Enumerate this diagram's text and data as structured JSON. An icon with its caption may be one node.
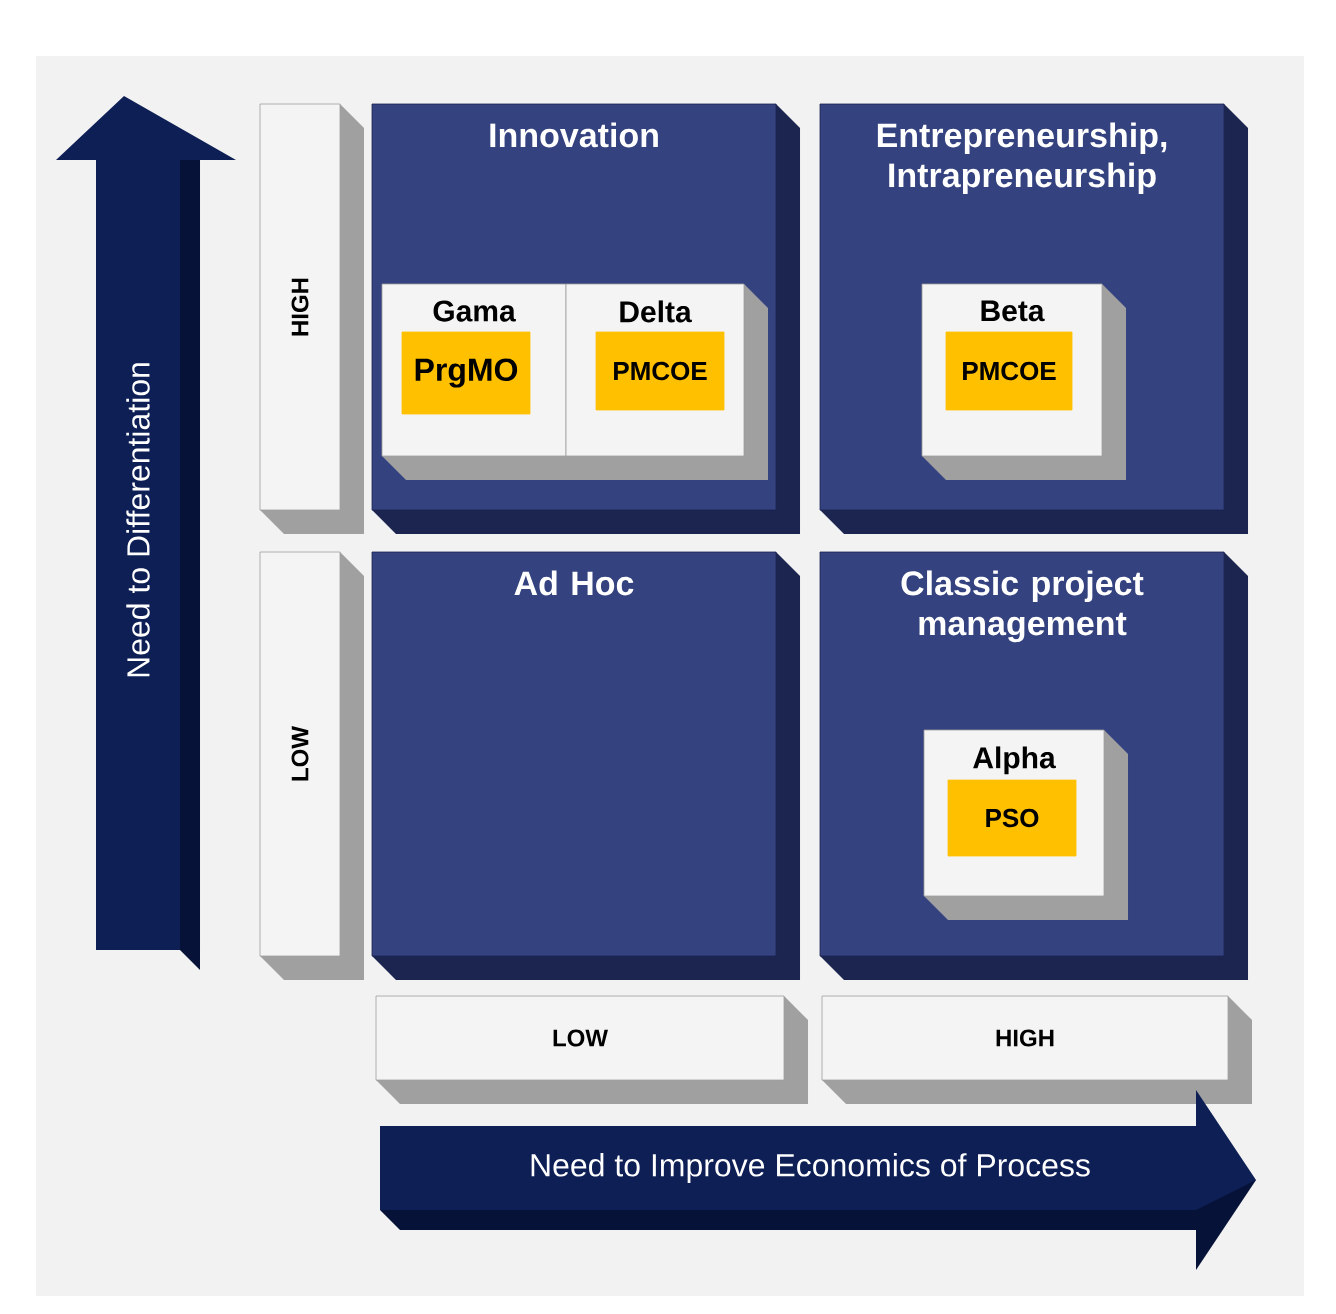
{
  "diagram": {
    "nodes": [
      {
        "text": [
          "Innovation"
        ]
      },
      {
        "text": [
          "Gama"
        ],
        "in": 0
      },
      {
        "text": [
          "PrgMO"
        ],
        "in": 1
      },
      {
        "text": [
          "Delta"
        ],
        "in": 0
      },
      {
        "text": [
          "PMCOE"
        ],
        "in": 3
      },
      {
        "text": [
          "Entrepreneurship, Intrapreneurship"
        ]
      },
      {
        "text": [
          "Beta"
        ],
        "in": 5
      },
      {
        "text": [
          "PMCOE"
        ],
        "in": 6
      },
      {
        "text": [
          "Ad Hoc"
        ]
      },
      {
        "text": [
          "Classic project management"
        ]
      },
      {
        "text": [
          "Alpha"
        ],
        "in": 9
      },
      {
        "text": [
          "PSO"
        ],
        "in": 10
      },
      {
        "text": [
          "HIGH"
        ]
      },
      {
        "text": [
          "LOW"
        ]
      },
      {
        "text": [
          "LOW"
        ]
      },
      {
        "text": [
          "HIGH"
        ]
      },
      {
        "text": [
          "Need to Differentiation"
        ]
      },
      {
        "text": [
          "Need to Improve Economics of Process"
        ]
      }
    ]
  }
}
